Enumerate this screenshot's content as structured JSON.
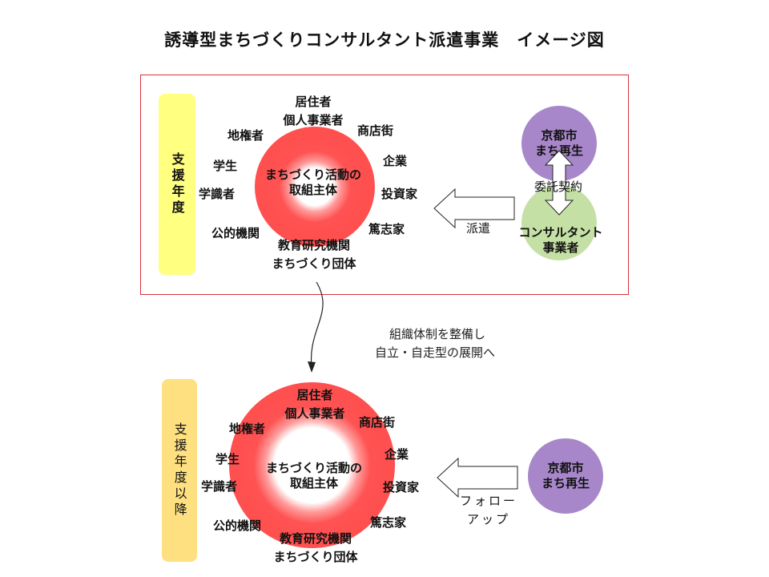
{
  "title": "誘導型まちづくりコンサルタント派遣事業　イメージ図",
  "colors": {
    "frame": "#d8333d",
    "ring": "#ff4f4f",
    "support_box_top": "#ffff80",
    "support_box_bottom": "#ffe080",
    "city": "#a787c9",
    "consultant": "#c5e0a5"
  },
  "top": {
    "support_label": "支援年度",
    "center_line1": "まちづくり活動の",
    "center_line2": "取組主体",
    "actors": {
      "kyojusha": "居住者",
      "kojin": "個人事業者",
      "shotengai": "商店街",
      "jiken": "地権者",
      "gakusei": "学生",
      "kigyo": "企業",
      "gakushiki": "学識者",
      "toshika": "投資家",
      "koteki": "公的機関",
      "tokushika": "篤志家",
      "kyoiku": "教育研究機関",
      "dantai": "まちづくり団体"
    },
    "city_line1": "京都市",
    "city_line2": "まち再生",
    "consultant_line1": "コンサルタント",
    "consultant_line2": "事業者",
    "contract_label": "委託契約",
    "dispatch_label": "派遣"
  },
  "transition": {
    "line1": "組織体制を整備し",
    "line2": "自立・自走型の展開へ"
  },
  "bottom": {
    "support_label": "支援年度以降",
    "center_line1": "まちづくり活動の",
    "center_line2": "取組主体",
    "actors": {
      "kyojusha": "居住者",
      "kojin": "個人事業者",
      "shotengai": "商店街",
      "jiken": "地権者",
      "gakusei": "学生",
      "kigyo": "企業",
      "gakushiki": "学識者",
      "toshika": "投資家",
      "koteki": "公的機関",
      "tokushika": "篤志家",
      "kyoiku": "教育研究機関",
      "dantai": "まちづくり団体"
    },
    "city_line1": "京都市",
    "city_line2": "まち再生",
    "followup_line1": "フォロー",
    "followup_line2": "アップ"
  }
}
